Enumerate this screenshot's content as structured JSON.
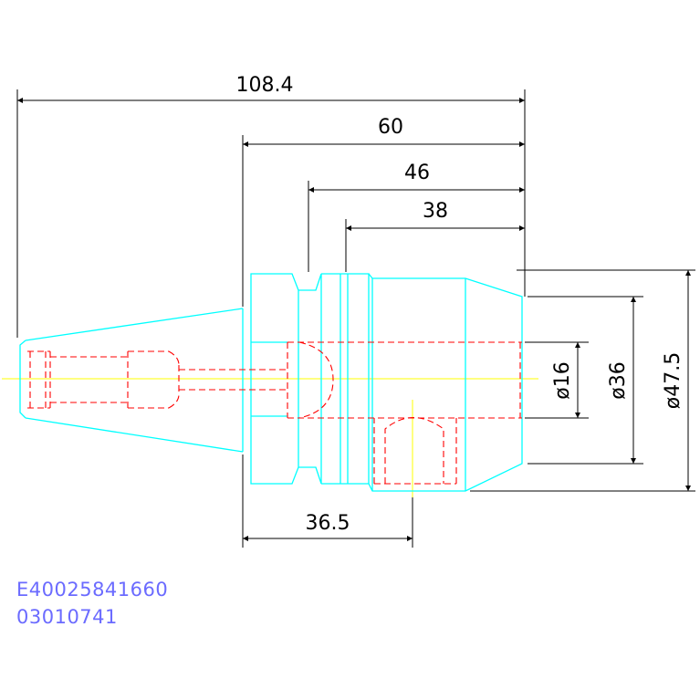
{
  "dimensions": {
    "overall_length": "108.4",
    "length_60": "60",
    "length_46": "46",
    "length_38": "38",
    "length_36_5": "36.5",
    "dia_16": "ø16",
    "dia_36": "ø36",
    "dia_47_5": "ø47.5"
  },
  "part_codes": {
    "line1": "E40025841660",
    "line2": "03010741"
  },
  "colors": {
    "outline": "#00ffff",
    "hidden": "#ff0000",
    "centerline": "#ffff00",
    "dimension": "#000000",
    "code_text": "#6b6bff"
  }
}
